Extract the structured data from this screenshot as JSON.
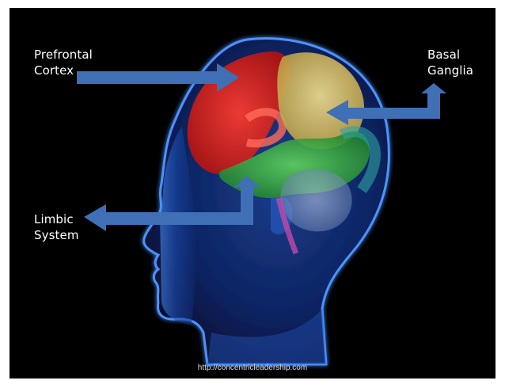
{
  "labels": {
    "prefrontal": {
      "line1": "Prefrontal",
      "line2": "Cortex"
    },
    "basal": {
      "line1": "Basal",
      "line2": "Ganglia"
    },
    "limbic": {
      "line1": "Limbic",
      "line2": "System"
    }
  },
  "source": "http://concentricleadership.com",
  "colors": {
    "background": "#000000",
    "head_glow": "#3f8bff",
    "prefrontal": "#e01a1a",
    "basal": "#e8d67a",
    "limbic": "#3fbf4a",
    "cerebellum": "#8aa3c8",
    "arrow": "#3f6fb5",
    "label_text": "#ffffff"
  }
}
